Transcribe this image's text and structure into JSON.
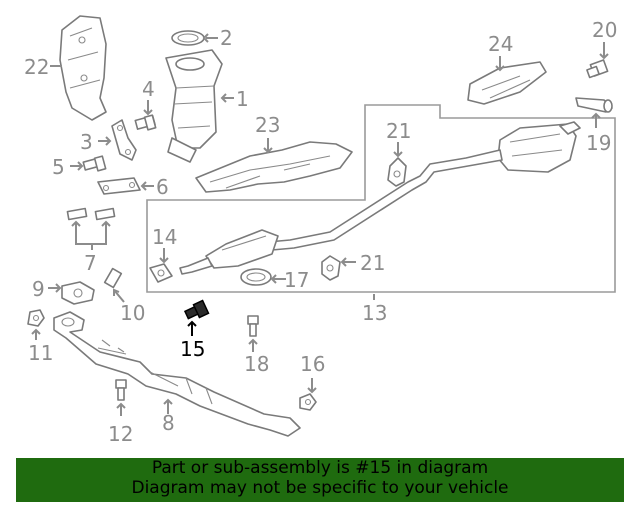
{
  "callouts": {
    "c1": "1",
    "c2": "2",
    "c3": "3",
    "c4": "4",
    "c5": "5",
    "c6": "6",
    "c7": "7",
    "c8": "8",
    "c9": "9",
    "c10": "10",
    "c11": "11",
    "c12": "12",
    "c13": "13",
    "c14": "14",
    "c15": "15",
    "c16": "16",
    "c17": "17",
    "c18": "18",
    "c19": "19",
    "c20": "20",
    "c21a": "21",
    "c21b": "21",
    "c22": "22",
    "c23": "23",
    "c24": "24"
  },
  "highlight_part": "15",
  "colors": {
    "banner_bg": "#1f6b0f",
    "line_art": "#8c8c8c",
    "highlight": "#000000"
  },
  "banner": {
    "line1": "Part or sub-assembly is #15 in diagram",
    "line2": "Diagram may not be specific to your vehicle"
  }
}
